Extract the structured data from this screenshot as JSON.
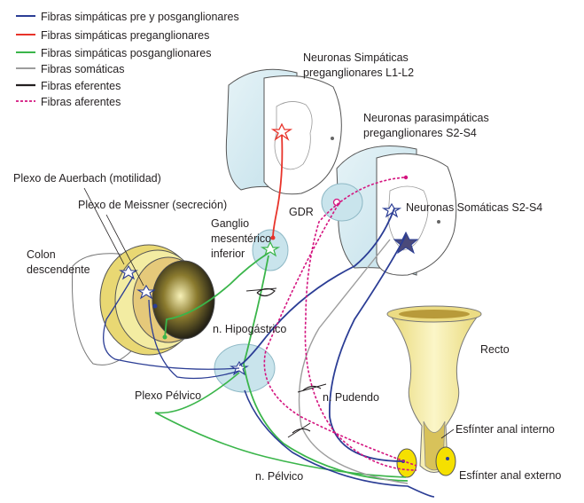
{
  "colors": {
    "sympathetic_pre_post": "#2b3d95",
    "sympathetic_pre": "#e8332a",
    "sympathetic_post": "#3ab54a",
    "somatic": "#9d9d9d",
    "efferent": "#231f20",
    "afferent": "#d4147f",
    "ganglion_fill": "#c9e4ec",
    "colon_fill": "#f3eca2"
  },
  "legend": [
    {
      "label": "Fibras simpáticas pre y posganglionares",
      "color": "#2b3d95",
      "style": "solid"
    },
    {
      "label": "Fibras simpáticas preganglionares",
      "color": "#e8332a",
      "style": "solid"
    },
    {
      "label": "Fibras simpáticas posganglionares",
      "color": "#3ab54a",
      "style": "solid"
    },
    {
      "label": "Fibras somáticas",
      "color": "#9d9d9d",
      "style": "solid"
    },
    {
      "label": "Fibras eferentes",
      "color": "#231f20",
      "style": "solid"
    },
    {
      "label": "Fibras aferentes",
      "color": "#d4147f",
      "style": "dashed"
    }
  ],
  "labels": {
    "symp_neurons_line1": "Neuronas Simpáticas",
    "symp_neurons_line2": "preganglionares L1-L2",
    "parasymp_line1": "Neuronas parasimpáticas",
    "parasymp_line2": "preganglionares S2-S4",
    "somatic_neurons": "Neuronas Somáticas S2-S4",
    "gdr": "GDR",
    "ganglion_line1": "Ganglio",
    "ganglion_line2": "mesentérico",
    "ganglion_line3": "inferior",
    "auerbach": "Plexo de Auerbach (motilidad)",
    "meissner": "Plexo de Meissner (secreción)",
    "colon_line1": "Colon",
    "colon_line2": "descendente",
    "hipogastrico": "n. Hipogástrico",
    "plexo_pelvico": "Plexo Pélvico",
    "recto": "Recto",
    "pudendo": "n. Pudendo",
    "esfinter_interno": "Esfínter anal interno",
    "esfinter_externo": "Esfínter anal externo",
    "pelvico": "n. Pélvico"
  }
}
